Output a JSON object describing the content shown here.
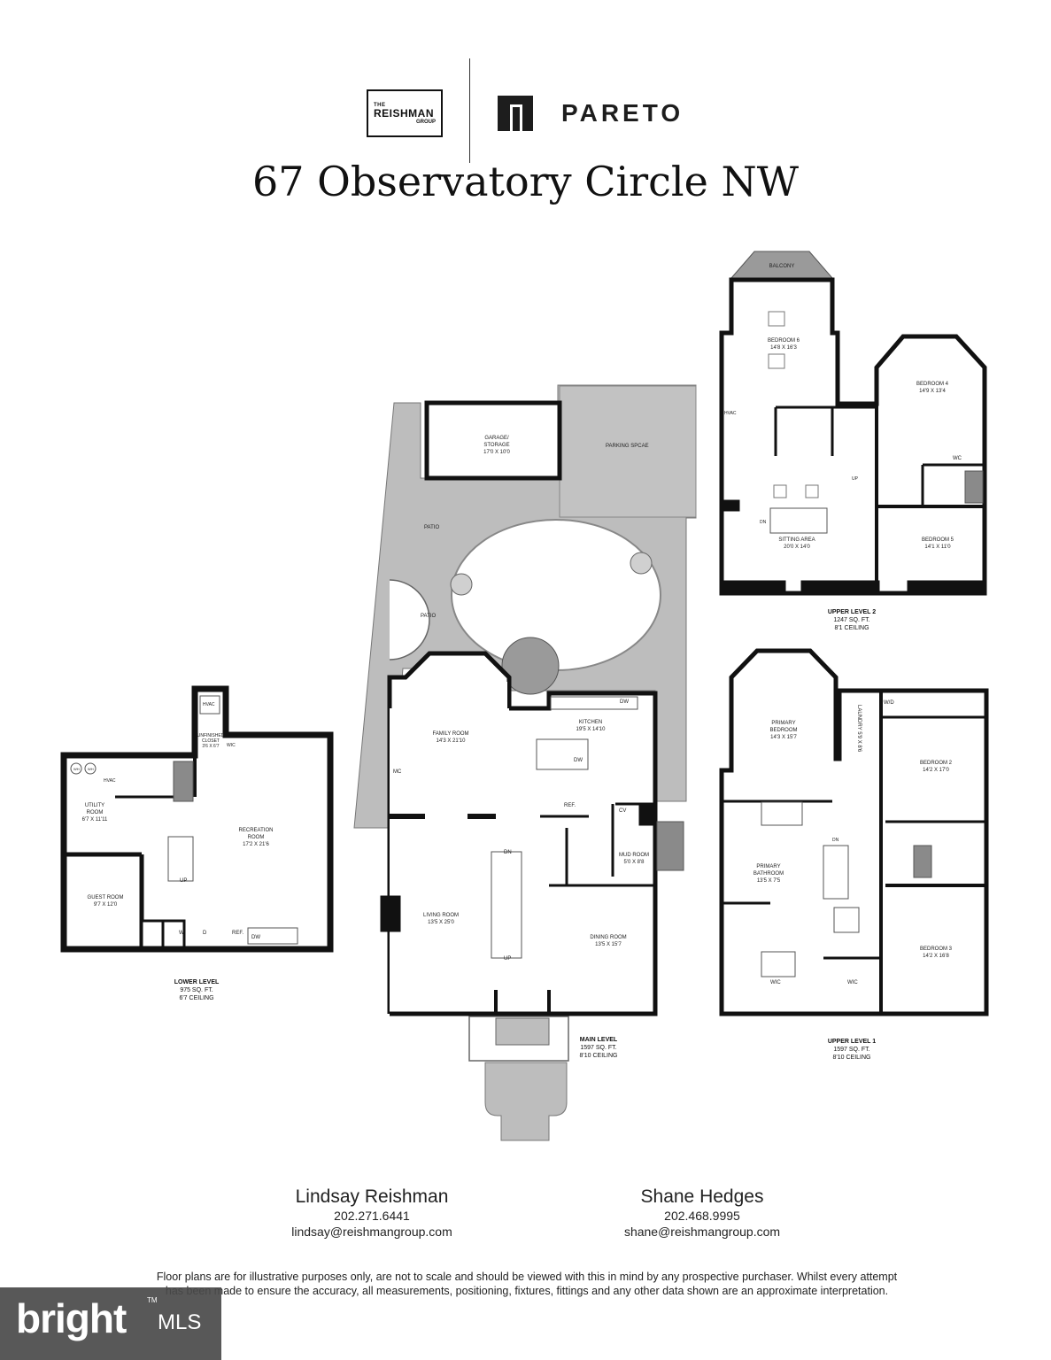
{
  "header": {
    "logo_left": {
      "line1": "THE",
      "line2": "REISHMAN",
      "line3": "GROUP"
    },
    "logo_right": "PARETO",
    "title": "67 Observatory Circle NW"
  },
  "levels": {
    "lower": {
      "name": "LOWER LEVEL",
      "sqft": "975 SQ. FT.",
      "ceiling": "6'7 CEILING",
      "rooms": {
        "wh": "WH",
        "wh2": "WH",
        "hvac": "HVAC",
        "hvac2": "HVAC",
        "unfinished_closet": "UNFINISHED CLOSET",
        "unfinished_dims": "3'6 x 6'7",
        "wic": "WIC",
        "utility": "UTILITY ROOM",
        "utility_dims": "6'7 x 11'11",
        "recreation": "RECREATION ROOM",
        "recreation_dims": "17'2 x 21'6",
        "guest": "GUEST ROOM",
        "guest_dims": "9'7 x 12'0",
        "w": "W",
        "d": "D",
        "ref": "REF.",
        "dw": "DW",
        "up": "UP"
      }
    },
    "main": {
      "name": "MAIN LEVEL",
      "sqft": "1597 SQ. FT.",
      "ceiling": "8'10 CEILING",
      "rooms": {
        "garage": "GARAGE/ STORAGE",
        "garage_dims": "17'0 x 10'0",
        "parking": "PARKING SPCAE",
        "patio1": "PATIO",
        "patio2": "PATIO",
        "family": "FAMILY ROOM",
        "family_dims": "14'3 x 21'10",
        "kitchen": "KITCHEN",
        "kitchen_dims": "19'5 x 14'10",
        "dw": "DW",
        "dw2": "DW",
        "ref": "REF.",
        "cv": "CV",
        "mc": "MC",
        "mud": "MUD ROOM",
        "mud_dims": "5'0 x 8'8",
        "living": "LIVING ROOM",
        "living_dims": "13'5 x 25'0",
        "dining": "DINING ROOM",
        "dining_dims": "13'5 x 15'7",
        "up": "UP",
        "dn": "DN"
      }
    },
    "upper1": {
      "name": "UPPER LEVEL 1",
      "sqft": "1597 SQ. FT.",
      "ceiling": "8'10 CEILING",
      "rooms": {
        "primary_bed": "PRIMARY BEDROOM",
        "primary_bed_dims": "14'3 x 15'7",
        "primary_bath": "PRIMARY BATHROOM",
        "primary_bath_dims": "13'5 x 7'5",
        "laundry": "LAUNDRY",
        "laundry_dims": "5'9 x 8'6",
        "wd": "W/D",
        "bed2": "BEDROOM 2",
        "bed2_dims": "14'2 x 17'0",
        "bed3": "BEDROOM 3",
        "bed3_dims": "14'2 x 16'8",
        "wic1": "WIC",
        "wic2": "WIC",
        "dn": "DN"
      }
    },
    "upper2": {
      "name": "UPPER LEVEL 2",
      "sqft": "1247 SQ. FT.",
      "ceiling": "8'1 CEILING",
      "rooms": {
        "balcony": "BALCONY",
        "bed6": "BEDROOM 6",
        "bed6_dims": "14'8 x 16'3",
        "bed4": "BEDROOM 4",
        "bed4_dims": "14'9 x 13'4",
        "bed5": "BEDROOM 5",
        "bed5_dims": "14'1 x 11'0",
        "sitting": "SITTING AREA",
        "sitting_dims": "20'0 x 14'0",
        "hvac": "HVAC",
        "wc": "WC",
        "dn": "DN",
        "up": "UP"
      }
    }
  },
  "contacts": [
    {
      "name": "Lindsay Reishman",
      "phone": "202.271.6441",
      "email": "lindsay@reishmangroup.com"
    },
    {
      "name": "Shane Hedges",
      "phone": "202.468.9995",
      "email": "shane@reishmangroup.com"
    }
  ],
  "disclaimer": {
    "line1": "Floor plans are for illustrative purposes only, are not to scale and should be viewed with this in mind by any prospective purchaser. Whilst every attempt",
    "line2": "has been made to ensure the accuracy, all measurements, positioning, fixtures, fittings and any other data shown are an approximate interpretation."
  },
  "watermark": {
    "word": "bright",
    "suffix": "MLS",
    "tm": "TM"
  },
  "colors": {
    "wall": "#111111",
    "paving": "#bdbdbd",
    "fill": "#e8e8e8",
    "text": "#222222"
  }
}
